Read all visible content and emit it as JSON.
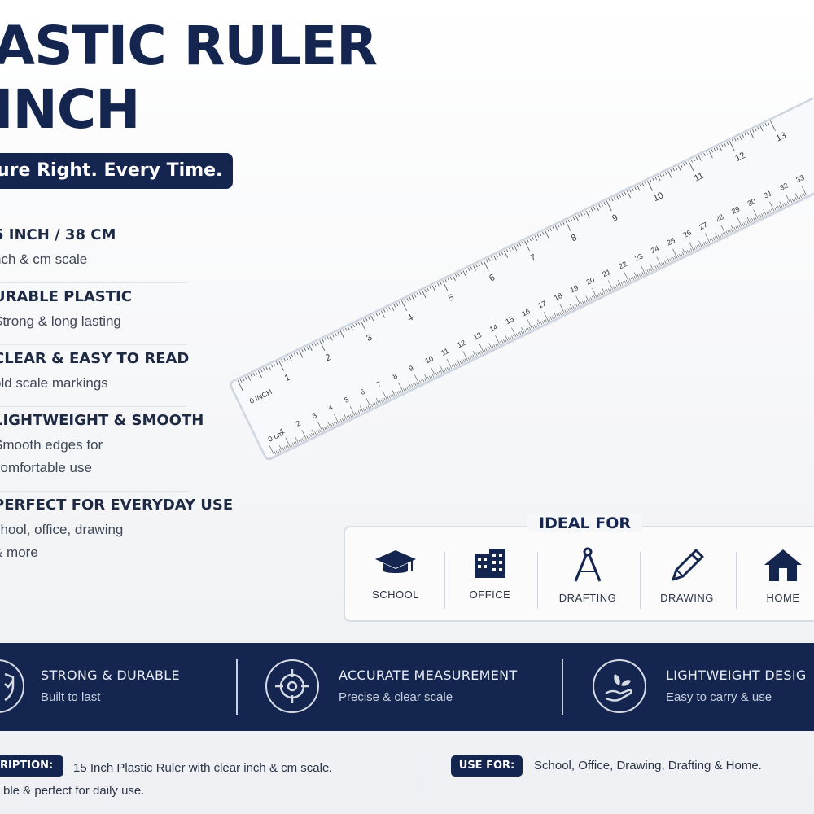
{
  "title_lines": [
    "ASTIC RULER",
    "INCH"
  ],
  "tagline": "ure Right. Every Time.",
  "features": [
    {
      "title": "5 INCH / 38 CM",
      "sub": [
        "nch & cm scale"
      ]
    },
    {
      "title": "URABLE PLASTIC",
      "sub": [
        "Strong & long lasting"
      ]
    },
    {
      "title": "CLEAR & EASY TO READ",
      "sub": [
        "old scale markings"
      ]
    },
    {
      "title": "LIGHTWEIGHT & SMOOTH",
      "sub": [
        "Smooth edges for",
        "comfortable use"
      ]
    },
    {
      "title": "PERFECT FOR EVERYDAY USE",
      "sub": [
        "chool, office, drawing",
        "& more"
      ]
    }
  ],
  "ruler": {
    "inch_label": "0 INCH",
    "cm_label": "0 cm",
    "inch_numbers": [
      "1",
      "2",
      "3",
      "4",
      "5",
      "6",
      "7",
      "8",
      "9",
      "10",
      "11",
      "12",
      "13"
    ],
    "cm_numbers": [
      "1",
      "2",
      "3",
      "4",
      "5",
      "6",
      "7",
      "8",
      "9",
      "10",
      "11",
      "12",
      "13",
      "14",
      "15",
      "16",
      "17",
      "18",
      "19",
      "20",
      "21",
      "22",
      "23",
      "24",
      "25",
      "26",
      "27",
      "28",
      "29",
      "30",
      "31",
      "32",
      "33"
    ]
  },
  "ideal_for": {
    "title": "IDEAL FOR",
    "items": [
      {
        "label": "SCHOOL",
        "icon": "graduation-cap-icon"
      },
      {
        "label": "OFFICE",
        "icon": "office-building-icon"
      },
      {
        "label": "DRAFTING",
        "icon": "compass-icon"
      },
      {
        "label": "DRAWING",
        "icon": "pencil-icon"
      },
      {
        "label": "HOME",
        "icon": "house-icon"
      }
    ]
  },
  "band": {
    "items": [
      {
        "title": "STRONG & DURABLE",
        "sub": "Built to last",
        "icon": "shield-check-icon"
      },
      {
        "title": "ACCURATE MEASUREMENT",
        "sub": "Precise & clear scale",
        "icon": "target-icon"
      },
      {
        "title": "LIGHTWEIGHT DESIG",
        "sub": "Easy to carry & use",
        "icon": "hand-leaf-icon"
      }
    ]
  },
  "description": {
    "badge": "RIPTION:",
    "line1": "15 Inch Plastic Ruler with clear inch & cm scale.",
    "line2": "ble & perfect for daily use."
  },
  "use_for": {
    "badge": "USE FOR:",
    "text": "School, Office, Drawing, Drafting & Home."
  },
  "colors": {
    "navy": "#14254f",
    "ruler_edge": "#cfd6e0",
    "ruler_fill": "#f7f9fc"
  }
}
